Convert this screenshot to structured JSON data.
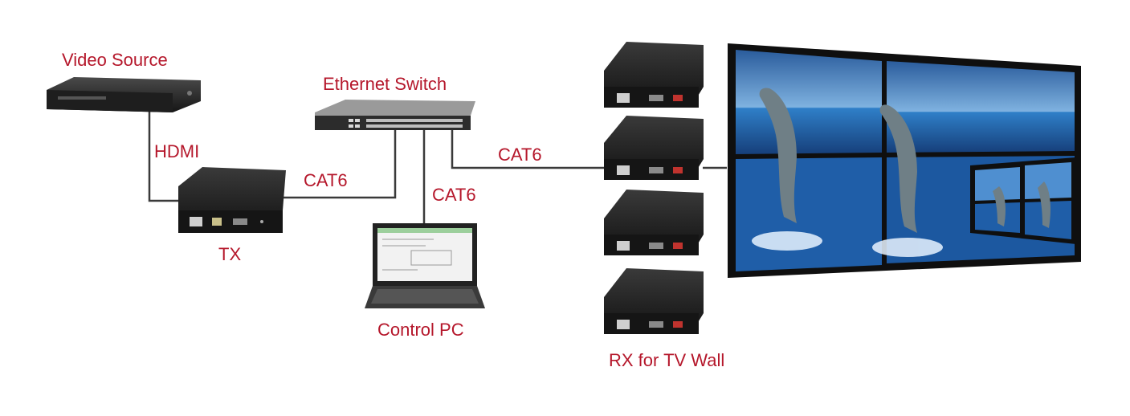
{
  "labels": {
    "video_source": "Video Source",
    "hdmi": "HDMI",
    "tx": "TX",
    "ethernet_switch": "Ethernet Switch",
    "cat6_tx": "CAT6",
    "cat6_pc": "CAT6",
    "cat6_rx": "CAT6",
    "control_pc": "Control PC",
    "rx_tv_wall": "RX for TV Wall"
  },
  "colors": {
    "label": "#b5172b",
    "device": "#1c1c1c",
    "cable": "#3a3a3a",
    "screen_sky": "#4a86c4",
    "screen_sea": "#1f5ea8"
  },
  "icons": [
    "blu-ray-player-icon",
    "tx-box-icon",
    "ethernet-switch-icon",
    "laptop-icon",
    "rx-box-icon",
    "video-wall-icon"
  ]
}
